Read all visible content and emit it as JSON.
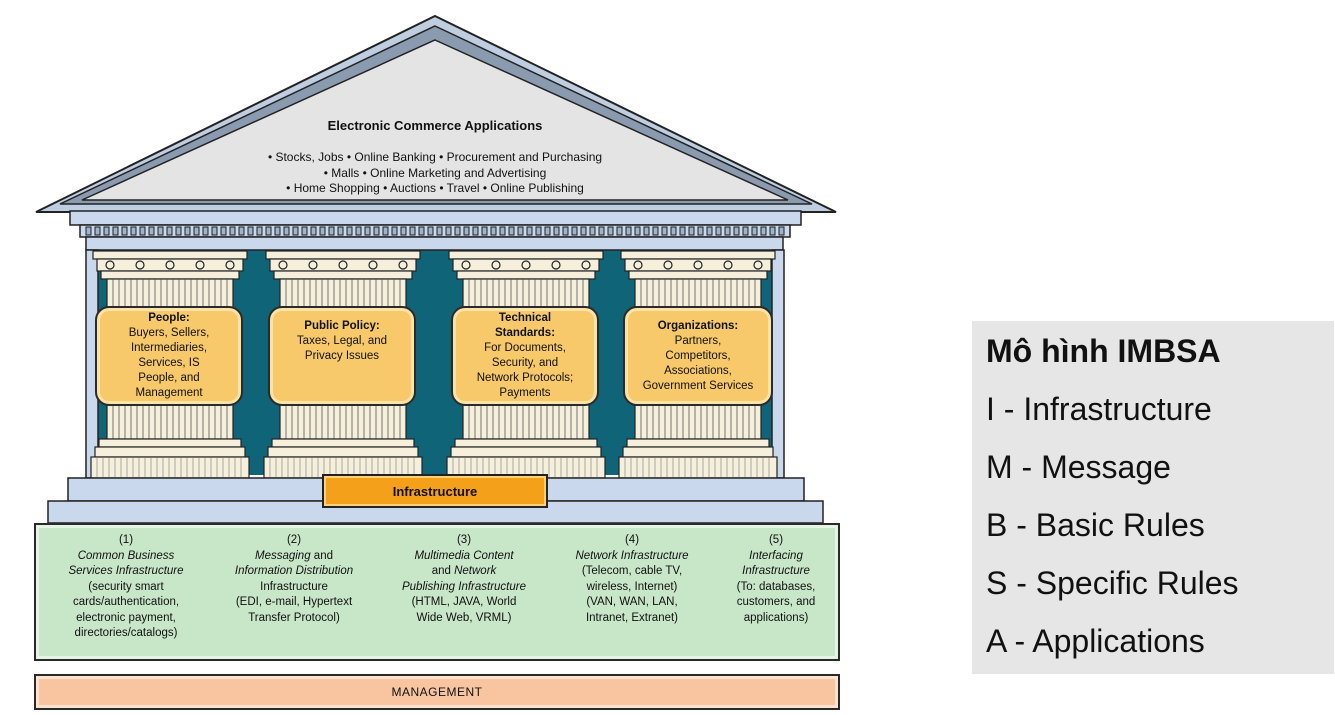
{
  "roof": {
    "title": "Electronic Commerce Applications",
    "lines": [
      "• Stocks, Jobs • Online Banking • Procurement and Purchasing",
      "• Malls • Online Marketing and Advertising",
      "• Home Shopping • Auctions • Travel • Online Publishing"
    ]
  },
  "pillars": [
    {
      "title": "People:",
      "lines": [
        "Buyers, Sellers,",
        "Intermediaries,",
        "Services, IS",
        "People, and",
        "Management"
      ]
    },
    {
      "title": "Public Policy:",
      "lines": [
        "Taxes, Legal, and",
        "Privacy Issues"
      ]
    },
    {
      "title": "Technical Standards:",
      "title_lines": [
        "Technical",
        "Standards:"
      ],
      "lines": [
        "For Documents,",
        "Security, and",
        "Network Protocols;",
        "Payments"
      ]
    },
    {
      "title": "Organizations:",
      "lines": [
        "Partners,",
        "Competitors,",
        "Associations,",
        "Government Services"
      ]
    }
  ],
  "infrastructure_label": "Infrastructure",
  "infrastructure_items": [
    {
      "num": "(1)",
      "name_lines": [
        "Common Business",
        "Services Infrastructure"
      ],
      "detail_lines": [
        "(security smart",
        "cards/authentication,",
        "electronic payment,",
        "directories/catalogs)"
      ]
    },
    {
      "num": "(2)",
      "name_lines": [
        "Messaging and",
        "Information Distribution"
      ],
      "detail_lines": [
        "Infrastructure",
        "(EDI, e-mail, Hypertext",
        "Transfer Protocol)"
      ]
    },
    {
      "num": "(3)",
      "name_lines": [
        "Multimedia Content",
        "and Network",
        "Publishing Infrastructure"
      ],
      "detail_lines": [
        "(HTML, JAVA, World",
        "Wide Web, VRML)"
      ]
    },
    {
      "num": "(4)",
      "name_lines": [
        "Network Infrastructure"
      ],
      "detail_lines": [
        "(Telecom, cable TV,",
        "wireless, Internet)",
        "(VAN, WAN, LAN,",
        "Intranet, Extranet)"
      ]
    },
    {
      "num": "(5)",
      "name_lines": [
        "Interfacing",
        "Infrastructure"
      ],
      "detail_lines": [
        "(To: databases,",
        "customers, and",
        "applications)"
      ]
    }
  ],
  "management_label": "MANAGEMENT",
  "legend": {
    "title": "Mô hình IMBSA",
    "items": [
      "I - Infrastructure",
      "M - Message",
      "B - Basic Rules",
      "S - Specific Rules",
      "A - Applications"
    ]
  },
  "colors": {
    "roof_fill": "#e4e4e4",
    "temple_blue": "#c9d8ec",
    "background_teal": "#0f6478",
    "pillar_box": "#f7c96a",
    "infrastructure_box": "#f5a01a",
    "base_green": "#c8e6c8",
    "management": "#f9c5a0",
    "legend_bg": "#e6e6e6"
  }
}
